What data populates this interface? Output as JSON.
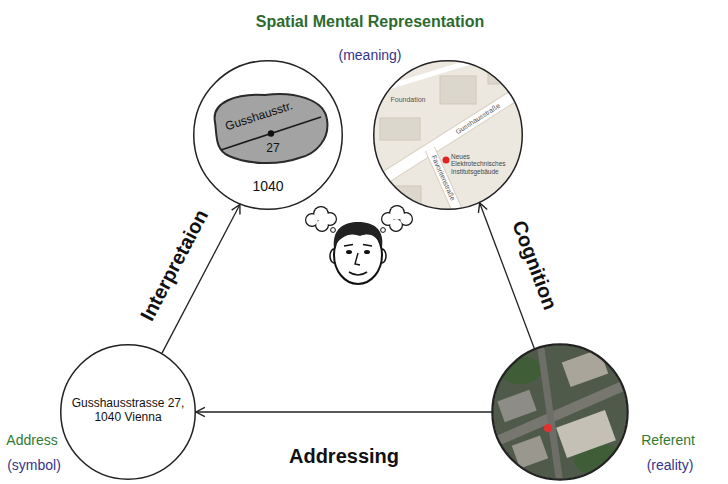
{
  "diagram": {
    "title": "Spatial Mental Representation",
    "nodes": [
      {
        "text": [
          "1040"
        ]
      },
      {
        "text": [
          "Gusshausstr.",
          "27"
        ],
        "in": 0
      },
      {
        "text": [
          "Foundation",
          "Gusshausstraße",
          "Neues Elektrotechnisches Institutsgebäude",
          "Favoritenstraße"
        ]
      },
      {
        "text": [
          "Address",
          "(symbol)",
          "Gusshausstrasse 27, 1040 Vienna"
        ]
      },
      {
        "text": [
          "Referent",
          "(reality)"
        ]
      }
    ],
    "edges": [
      {
        "from": 3,
        "to": 0,
        "arrow": "to",
        "label": "Interpretaion"
      },
      {
        "from": 4,
        "to": 2,
        "arrow": "to",
        "label": "Cognition"
      },
      {
        "from": 4,
        "to": 3,
        "arrow": "to",
        "label": "Addressing"
      }
    ],
    "labels": [
      "(meaning)"
    ]
  }
}
